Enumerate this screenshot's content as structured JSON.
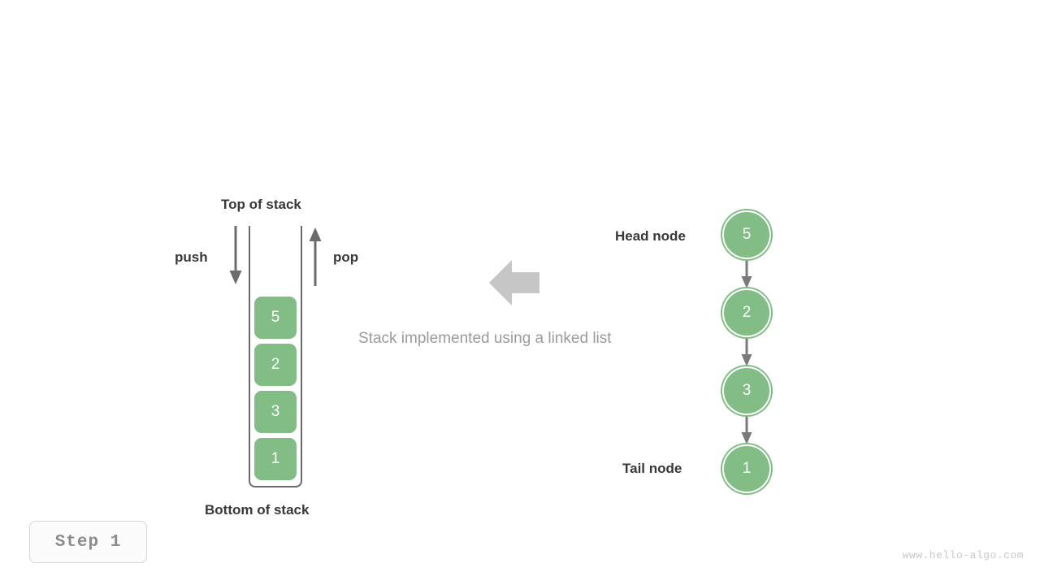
{
  "diagram": {
    "caption": "Stack implemented using a linked list",
    "step_badge": "Step 1",
    "watermark": "www.hello-algo.com",
    "colors": {
      "node_fill": "#81bd84",
      "node_text": "#ffffff",
      "label_text": "#383838",
      "caption_text": "#9b9b9b",
      "arrow_gray": "#6b6b6b",
      "big_arrow": "#c6c6c6",
      "badge_text": "#8c8c8c",
      "watermark": "#c9c9c9"
    }
  },
  "stack": {
    "top_label": "Top of stack",
    "bottom_label": "Bottom of stack",
    "push_label": "push",
    "pop_label": "pop",
    "cells": [
      {
        "value": "5"
      },
      {
        "value": "2"
      },
      {
        "value": "3"
      },
      {
        "value": "1"
      }
    ]
  },
  "linked_list": {
    "head_label": "Head node",
    "tail_label": "Tail node",
    "nodes": [
      {
        "value": "5"
      },
      {
        "value": "2"
      },
      {
        "value": "3"
      },
      {
        "value": "1"
      }
    ]
  }
}
